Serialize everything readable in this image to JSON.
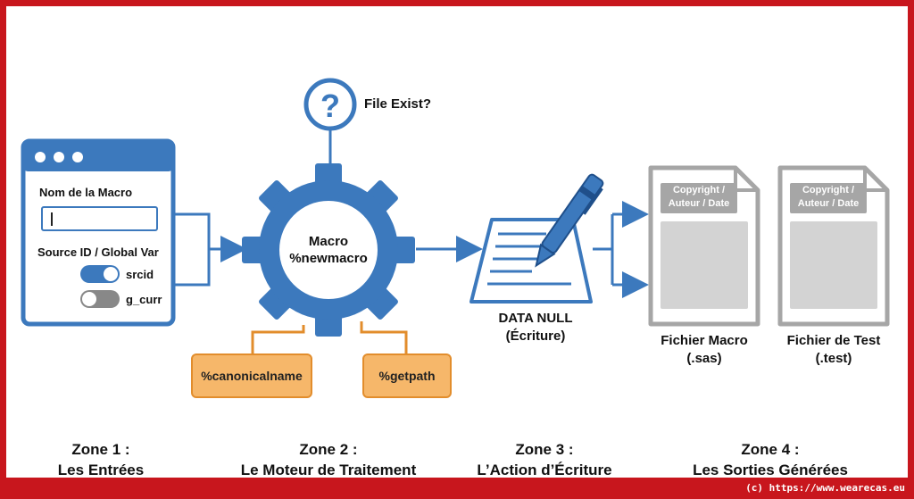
{
  "colors": {
    "frame": "#c8161d",
    "blue": "#3c79bd",
    "orange": "#f6b76a",
    "orange_border": "#e28d2c",
    "gray": "#a6a6a6"
  },
  "zone1": {
    "macro_name_label": "Nom de la Macro",
    "macro_name_value": "",
    "source_label": "Source ID / Global Var",
    "toggles": [
      {
        "label": "srcid",
        "state": "on"
      },
      {
        "label": "g_curr",
        "state": "off"
      }
    ],
    "title": "Zone 1 :",
    "subtitle": "Les Entrées"
  },
  "zone2": {
    "question_icon": "question-circle-icon",
    "file_check": "File Exist?",
    "gear_line1": "Macro",
    "gear_line2": "%newmacro",
    "helpers": [
      "%canonicalname",
      "%getpath"
    ],
    "title": "Zone 2 :",
    "subtitle": "Le Moteur de Traitement"
  },
  "zone3": {
    "icon": "document-pen-icon",
    "line1": "DATA NULL",
    "line2": "(Écriture)",
    "title": "Zone 3 :",
    "subtitle": "L’Action d’Écriture"
  },
  "zone4": {
    "files": [
      {
        "tag_line1": "Copyright /",
        "tag_line2": "Auteur / Date",
        "name": "Fichier Macro",
        "ext": "(.sas)"
      },
      {
        "tag_line1": "Copyright /",
        "tag_line2": "Auteur / Date",
        "name": "Fichier de Test",
        "ext": "(.test)"
      }
    ],
    "title": "Zone 4 :",
    "subtitle": "Les Sorties Générées"
  },
  "footer": {
    "copyright": "(c) https://www.wearecas.eu"
  }
}
